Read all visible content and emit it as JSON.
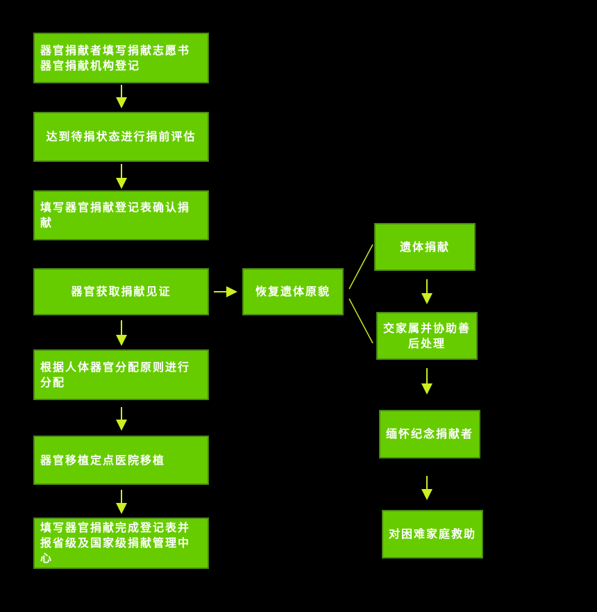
{
  "colors": {
    "box_fill": "#66cc00",
    "box_border": "#4a8a14",
    "arrow": "#ccee22",
    "background": "#000000"
  },
  "left_flow": [
    {
      "text": "器官捐献者填写捐献志愿书\n器官捐献机构登记"
    },
    {
      "text": "达到待捐状态进行捐前评估"
    },
    {
      "text": "填写器官捐献登记表确认捐献"
    },
    {
      "text": "器官获取捐献见证"
    },
    {
      "text": "根据人体器官分配原则进行分配"
    },
    {
      "text": "器官移植定点医院移植"
    },
    {
      "text": "填写器官捐献完成登记表并报省级及国家级捐献管理中心"
    }
  ],
  "middle": {
    "text": "恢复遗体原貌"
  },
  "right_flow": [
    {
      "text": "遗体捐献"
    },
    {
      "text": "交家属并协助善后处理"
    },
    {
      "text": "缅怀纪念捐献者"
    },
    {
      "text": "对困难家庭救助"
    }
  ]
}
